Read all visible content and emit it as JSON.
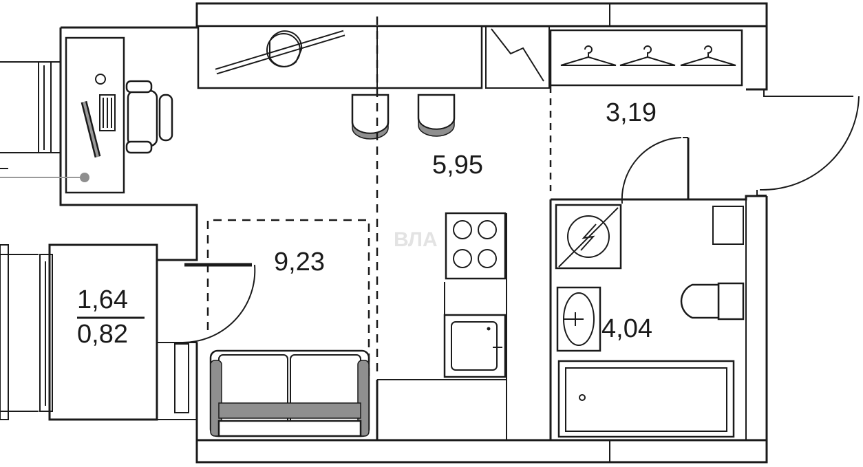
{
  "rooms": {
    "main_room_area": "9,23",
    "kitchen_area": "5,95",
    "hallway_area": "3,19",
    "bathroom_area": "4,04",
    "balcony_area_full": "1,64",
    "balcony_area_reduced": "0,82"
  },
  "watermark": "ВЛА"
}
